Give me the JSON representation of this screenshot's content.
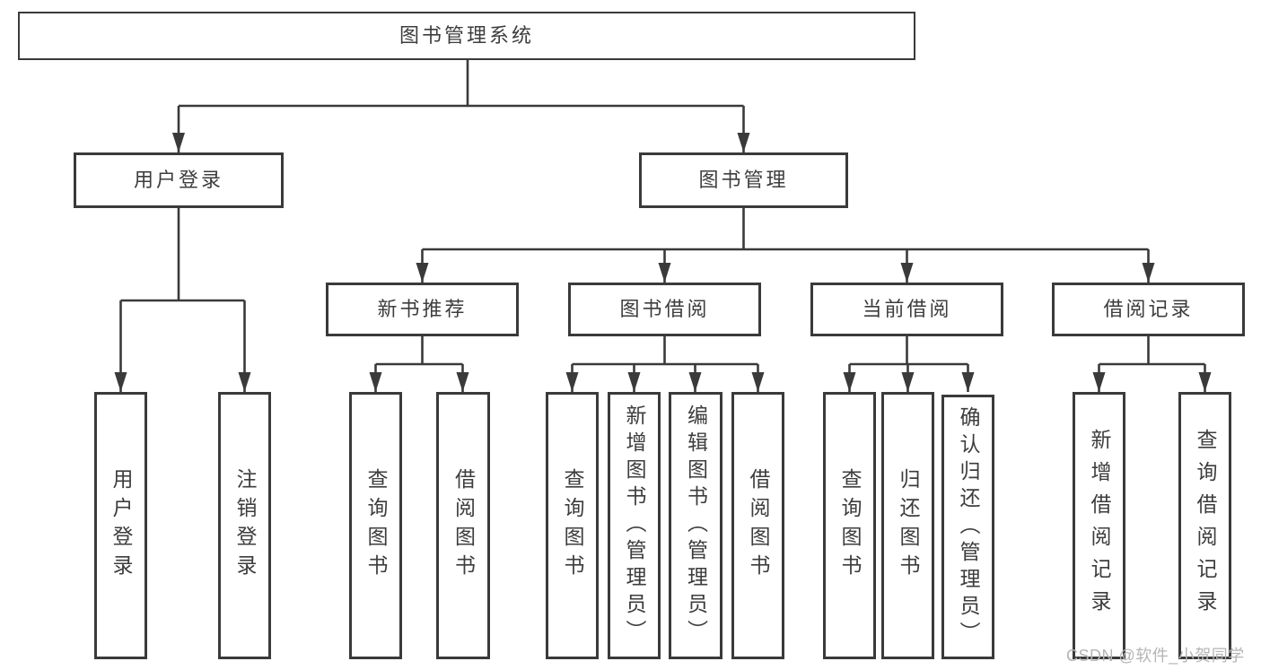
{
  "root": {
    "label": "图书管理系统"
  },
  "level2": {
    "user_login": {
      "label": "用户登录"
    },
    "book_management": {
      "label": "图书管理"
    }
  },
  "level3": {
    "new_book_recommend": {
      "label": "新书推荐"
    },
    "book_borrow": {
      "label": "图书借阅"
    },
    "current_borrow": {
      "label": "当前借阅"
    },
    "borrow_records": {
      "label": "借阅记录"
    }
  },
  "leaves": {
    "user_login": [
      "用户登录",
      "注销登录"
    ],
    "new_book_recommend": [
      "查询图书",
      "借阅图书"
    ],
    "book_borrow": [
      "查询图书",
      "新增图书（管理员）",
      "编辑图书（管理员）",
      "借阅图书"
    ],
    "current_borrow": [
      "查询图书",
      "归还图书",
      "确认归还（管理员）"
    ],
    "borrow_records": [
      "新增借阅记录",
      "查询借阅记录"
    ]
  },
  "watermark": "CSDN @软件_小贺同学",
  "colors": {
    "line": "#3a3a3a",
    "text": "#3d3d3d",
    "watermark": "#b5b5b5",
    "background": "#ffffff"
  }
}
